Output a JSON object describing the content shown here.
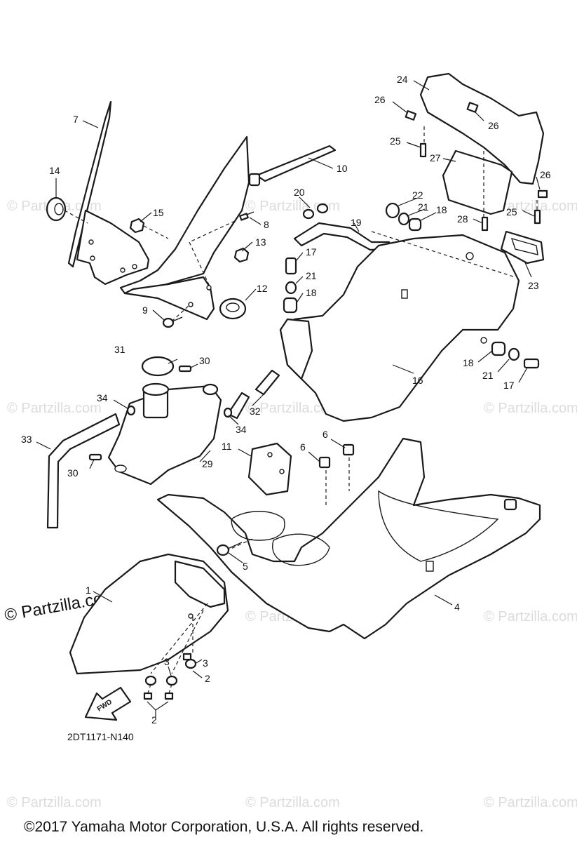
{
  "watermark": {
    "text": "© Partzilla.com",
    "main_text": "© Partzilla.com"
  },
  "fwd_label": "FWD",
  "diagram_code": "2DT1171-N140",
  "copyright": "©2017  Yamaha Motor Corporation, U.S.A. All rights reserved.",
  "callouts": {
    "c1": "1",
    "c2a": "2",
    "c2b": "2",
    "c3a": "3",
    "c3b": "3",
    "c4": "4",
    "c5": "5",
    "c6a": "6",
    "c6b": "6",
    "c7": "7",
    "c8": "8",
    "c9": "9",
    "c10": "10",
    "c11": "11",
    "c12": "12",
    "c13": "13",
    "c14": "14",
    "c15": "15",
    "c16": "16",
    "c17a": "17",
    "c17b": "17",
    "c18a": "18",
    "c18b": "18",
    "c18c": "18",
    "c19": "19",
    "c20": "20",
    "c21a": "21",
    "c21b": "21",
    "c21c": "21",
    "c22": "22",
    "c23": "23",
    "c24": "24",
    "c25a": "25",
    "c25b": "25",
    "c26a": "26",
    "c26b": "26",
    "c26c": "26",
    "c27": "27",
    "c28": "28",
    "c29": "29",
    "c30a": "30",
    "c30b": "30",
    "c31": "31",
    "c32": "32",
    "c33": "33",
    "c34a": "34",
    "c34b": "34"
  }
}
